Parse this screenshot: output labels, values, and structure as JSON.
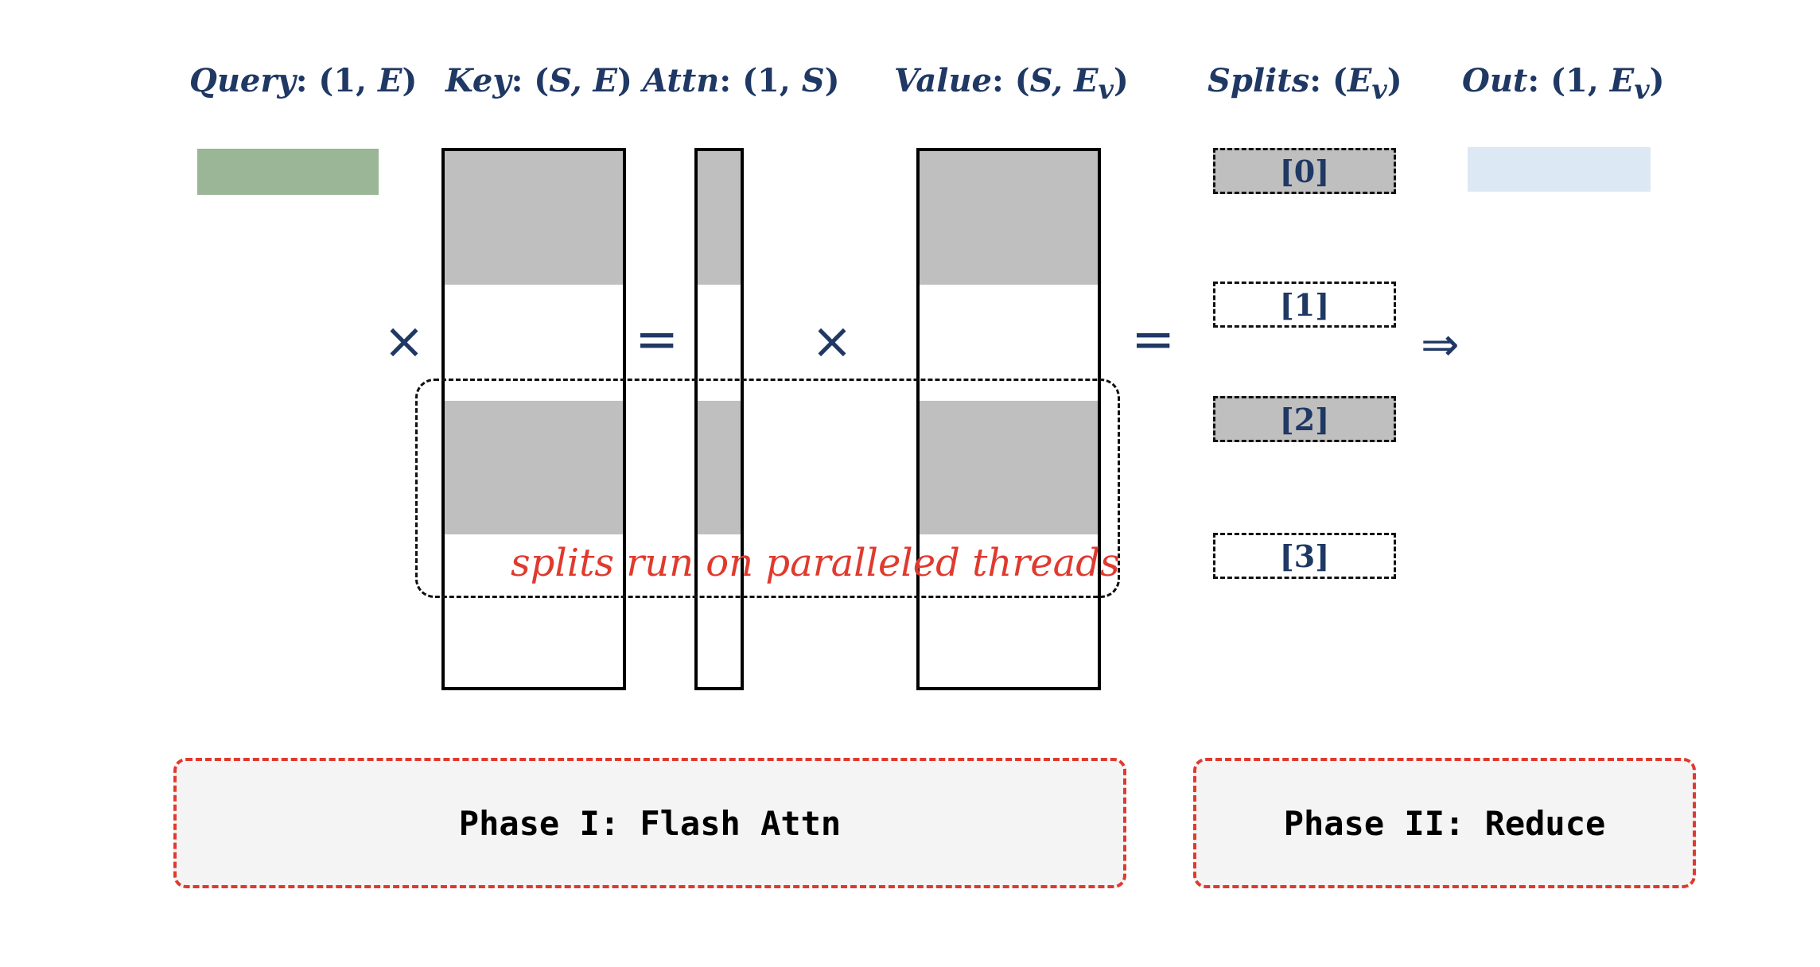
{
  "headers": {
    "query": {
      "name": "Query",
      "dim": "(1, ",
      "dim_var": "E",
      "dim_end": ")"
    },
    "key": {
      "name": "Key",
      "dim": "(",
      "dim_var": "S, E",
      "dim_end": ")"
    },
    "attn": {
      "name": "Attn",
      "dim": "(1, ",
      "dim_var": "S",
      "dim_end": ")"
    },
    "value": {
      "name": "Value",
      "dim": "(",
      "dim_var": "S, E",
      "dim_sub": "v",
      "dim_end": ")"
    },
    "splits": {
      "name": "Splits",
      "dim": "(",
      "dim_var": "E",
      "dim_sub": "v",
      "dim_end": ")"
    },
    "out": {
      "name": "Out",
      "dim": "(1, ",
      "dim_var": "E",
      "dim_sub": "v",
      "dim_end": ")"
    },
    "separator": ":"
  },
  "operators": {
    "times": "×",
    "equals": "=",
    "implies": "⇒"
  },
  "splits": [
    "[0]",
    "[1]",
    "[2]",
    "[3]"
  ],
  "split_filled": [
    true,
    false,
    true,
    false
  ],
  "annotation": "splits run on paralleled threads",
  "phases": {
    "phase1": "Phase I: Flash Attn",
    "phase2": "Phase II: Reduce"
  },
  "colors": {
    "query": "#9bb597",
    "out": "#dce8f4",
    "band": "#bfbfbf",
    "header_text": "#1f3864",
    "annotation": "#e03a2e",
    "phase_border": "#e03a2e"
  }
}
